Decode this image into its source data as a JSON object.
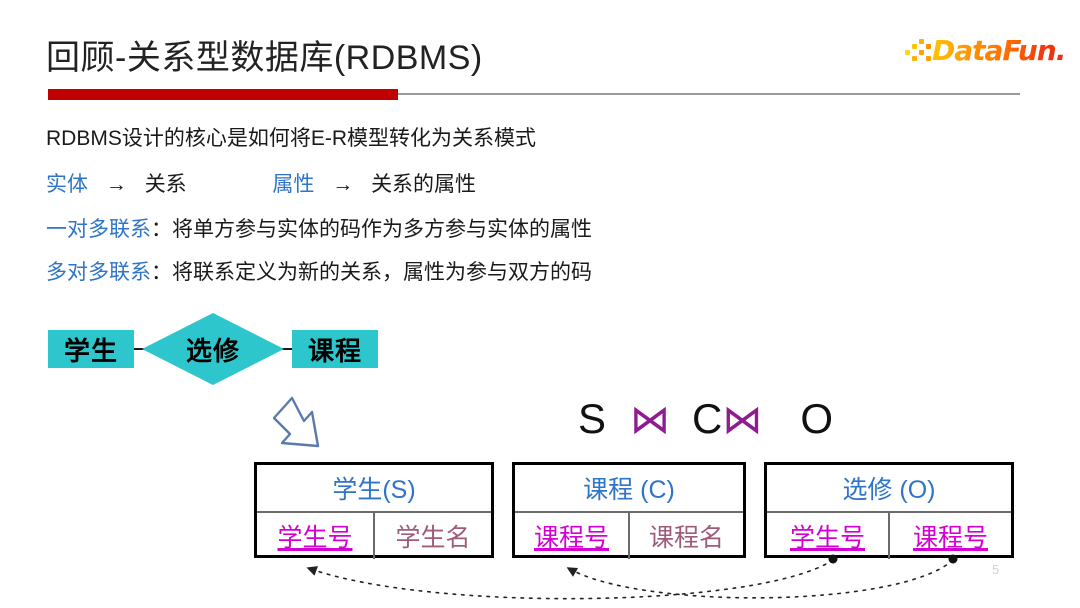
{
  "slide": {
    "title": "回顾-关系型数据库(RDBMS)",
    "page_number": "5",
    "accent_red": "#C00000",
    "accent_blue": "#2E74C8",
    "accent_teal": "#2DC6CC",
    "accent_magenta": "#D400D4",
    "accent_purple": "#8E1C8E",
    "accent_mauve": "#9E5C7A"
  },
  "brand": {
    "name": "DataFun.",
    "dots_icon": "pixel-dots-icon"
  },
  "body": {
    "line1": "RDBMS设计的核心是如何将E-R模型转化为关系模式",
    "line2": {
      "term_a": "实体",
      "arrow_a": "→",
      "result_a": "关系",
      "term_b": "属性",
      "arrow_b": "→",
      "result_b": "关系的属性"
    },
    "line3": {
      "label": "一对多联系",
      "text": "：将单方参与实体的码作为多方参与实体的属性"
    },
    "line4": {
      "label": "多对多联系",
      "text": "：将联系定义为新的关系，属性为参与双方的码"
    }
  },
  "er_diagram": {
    "entity_left": "学生",
    "relationship": "选修",
    "entity_right": "课程",
    "transform_arrow_icon": "block-arrow-down-right-icon"
  },
  "join_formula": {
    "term1": "S",
    "op1": "⋈",
    "term2": "C",
    "op2": "⋈",
    "term3": "O"
  },
  "relations": [
    {
      "name": "学生(S)",
      "columns": [
        {
          "label": "学生号",
          "key": true
        },
        {
          "label": "学生名",
          "key": false
        }
      ]
    },
    {
      "name": "课程 (C)",
      "columns": [
        {
          "label": "课程号",
          "key": true
        },
        {
          "label": "课程名",
          "key": false
        }
      ]
    },
    {
      "name": "选修 (O)",
      "columns": [
        {
          "label": "学生号",
          "key": true
        },
        {
          "label": "课程号",
          "key": true
        }
      ]
    }
  ],
  "foreign_keys": [
    {
      "from": "选修.学生号",
      "to": "学生.学生号"
    },
    {
      "from": "选修.课程号",
      "to": "课程.课程号"
    }
  ]
}
